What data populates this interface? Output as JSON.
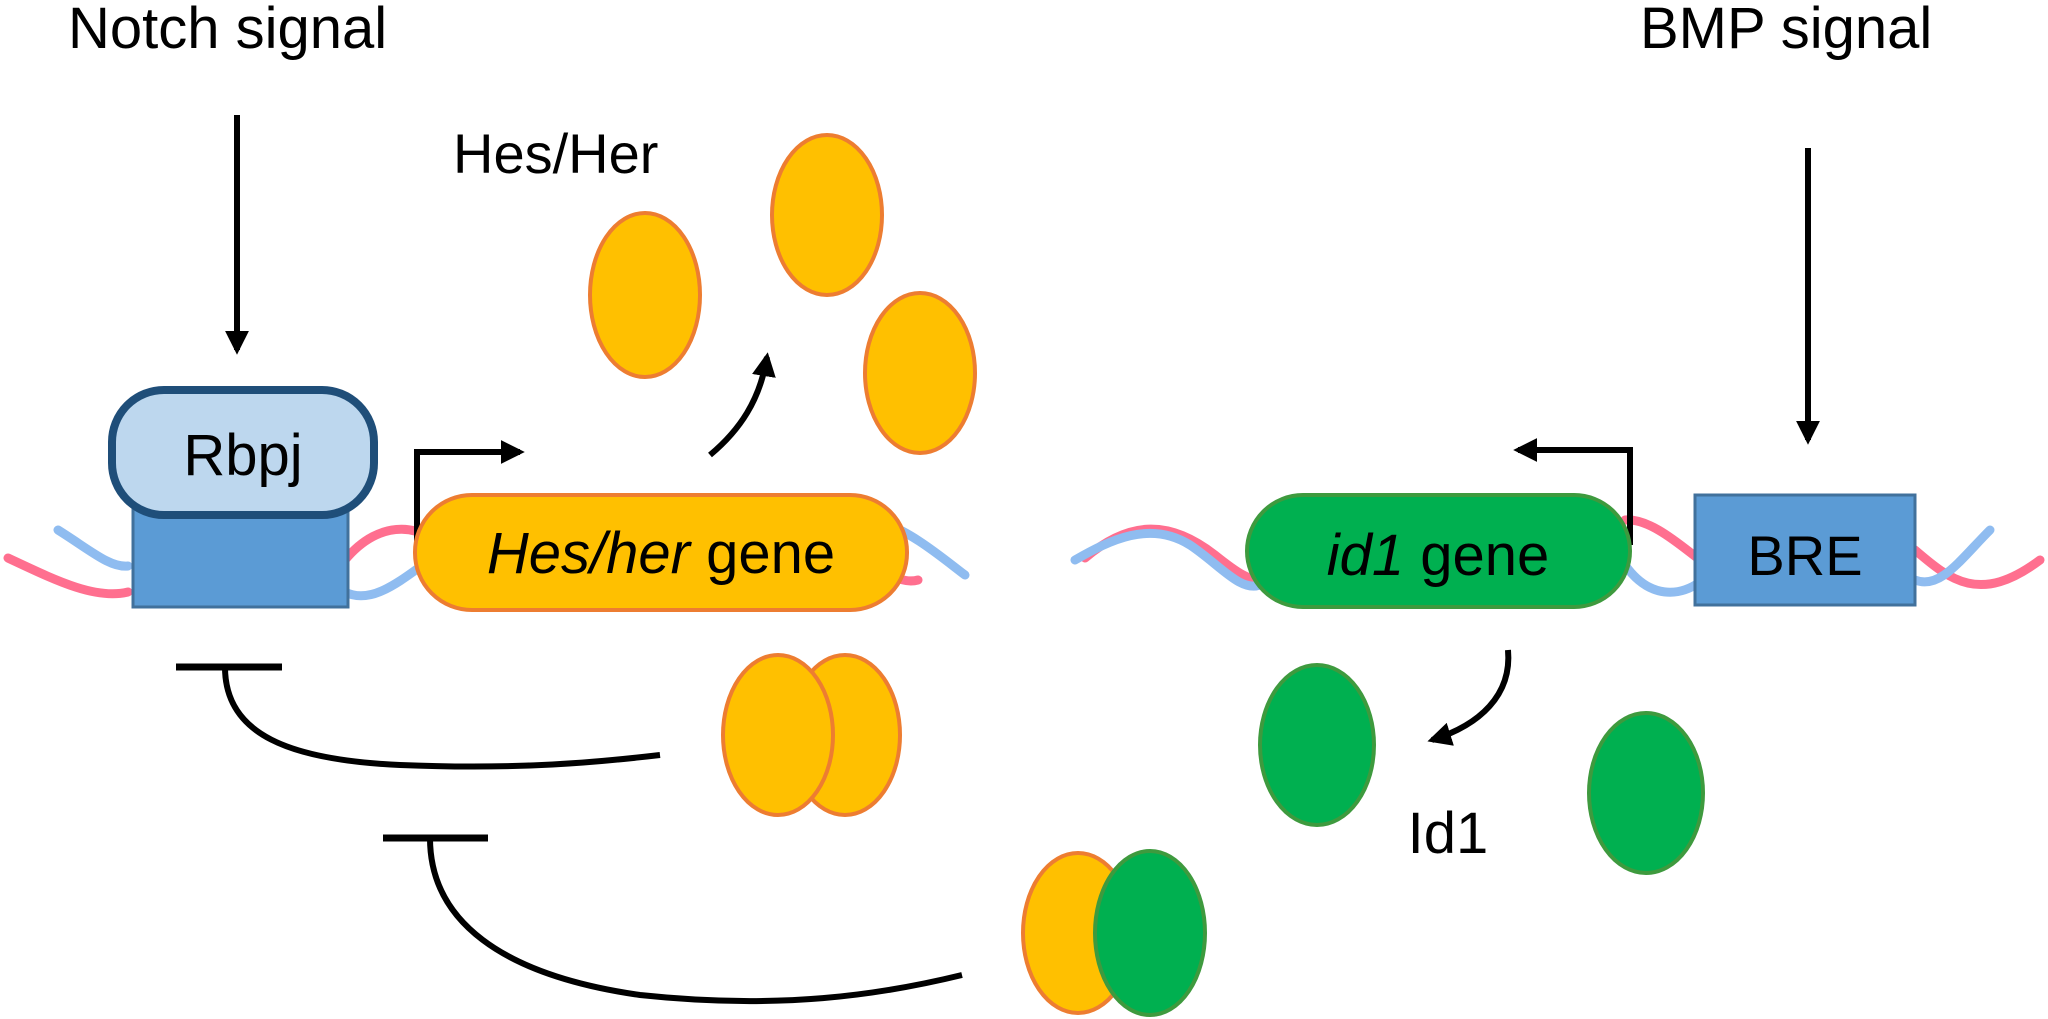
{
  "labels": {
    "notch_signal": "Notch signal",
    "bmp_signal": "BMP signal",
    "hes_her_protein": "Hes/Her",
    "rbpj": "Rbpj",
    "hes_gene_italic": "Hes/her",
    "hes_gene_suffix": " gene",
    "id1_gene_italic": "id1",
    "id1_gene_suffix": " gene",
    "bre": "BRE",
    "id1_protein": "Id1"
  },
  "colors": {
    "dna_red": "#ff6f8f",
    "dna_blue": "#8fbcf0",
    "hes_fill": "#ffc000",
    "hes_stroke": "#ed7d31",
    "id1_fill": "#00b050",
    "id1_stroke": "#3e9a3e",
    "rbpj_top_fill": "#bdd7ee",
    "box_fill": "#5b9bd5",
    "box_stroke": "#41719c",
    "rbpj_stroke": "#1f4e79"
  }
}
